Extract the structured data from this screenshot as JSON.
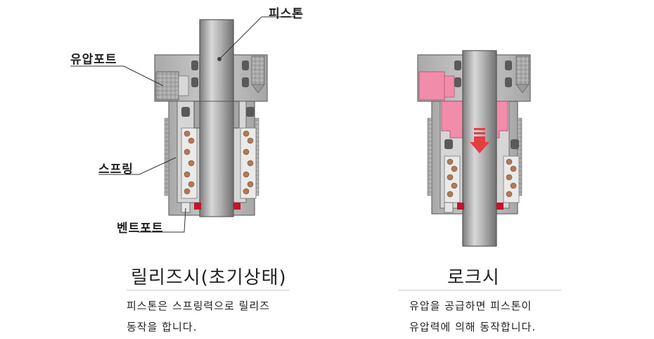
{
  "release": {
    "callouts": {
      "piston": "피스톤",
      "oil_port": "유압포트",
      "spring": "스프링",
      "vent_port": "벤트포트"
    },
    "title": "릴리즈시(초기상태)",
    "desc_line1": "피스톤은 스프링력으로 릴리즈",
    "desc_line2": "동작을 합니다."
  },
  "lock": {
    "title": "로크시",
    "desc_line1": "유압을 공급하면 피스톤이",
    "desc_line2": "유압력에 의해 동작합니다."
  },
  "colors": {
    "body": "#b9b9b9",
    "cavity": "#6d6d6d",
    "piston": "#9a9a9a",
    "spring": "#b07a58",
    "seal": "#c4142a",
    "oil": "#f18cab",
    "arrow": "#e83c45"
  }
}
